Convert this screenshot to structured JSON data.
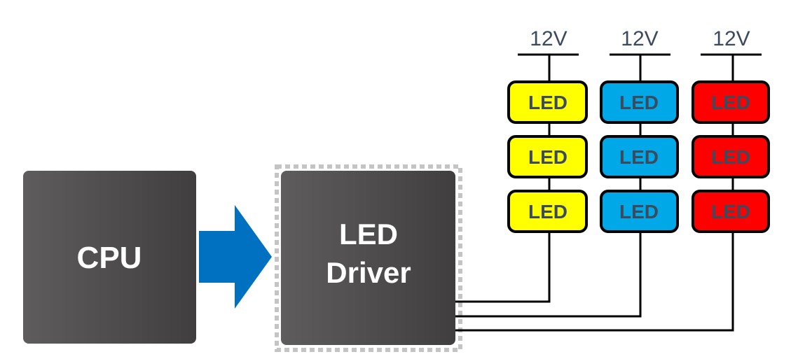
{
  "cpu": {
    "label": "CPU",
    "color": "#4a4848"
  },
  "driver": {
    "label_line1": "LED",
    "label_line2": "Driver",
    "color": "#4a4848",
    "pin_color": "#b8b8b8"
  },
  "arrow": {
    "color": "#0070c0"
  },
  "wire_color": "#000000",
  "strings": [
    {
      "supply": "12V",
      "led_color": "#ffff00",
      "leds": [
        "LED",
        "LED",
        "LED"
      ]
    },
    {
      "supply": "12V",
      "led_color": "#00a8e8",
      "leds": [
        "LED",
        "LED",
        "LED"
      ]
    },
    {
      "supply": "12V",
      "led_color": "#ff0000",
      "leds": [
        "LED",
        "LED",
        "LED"
      ]
    }
  ]
}
